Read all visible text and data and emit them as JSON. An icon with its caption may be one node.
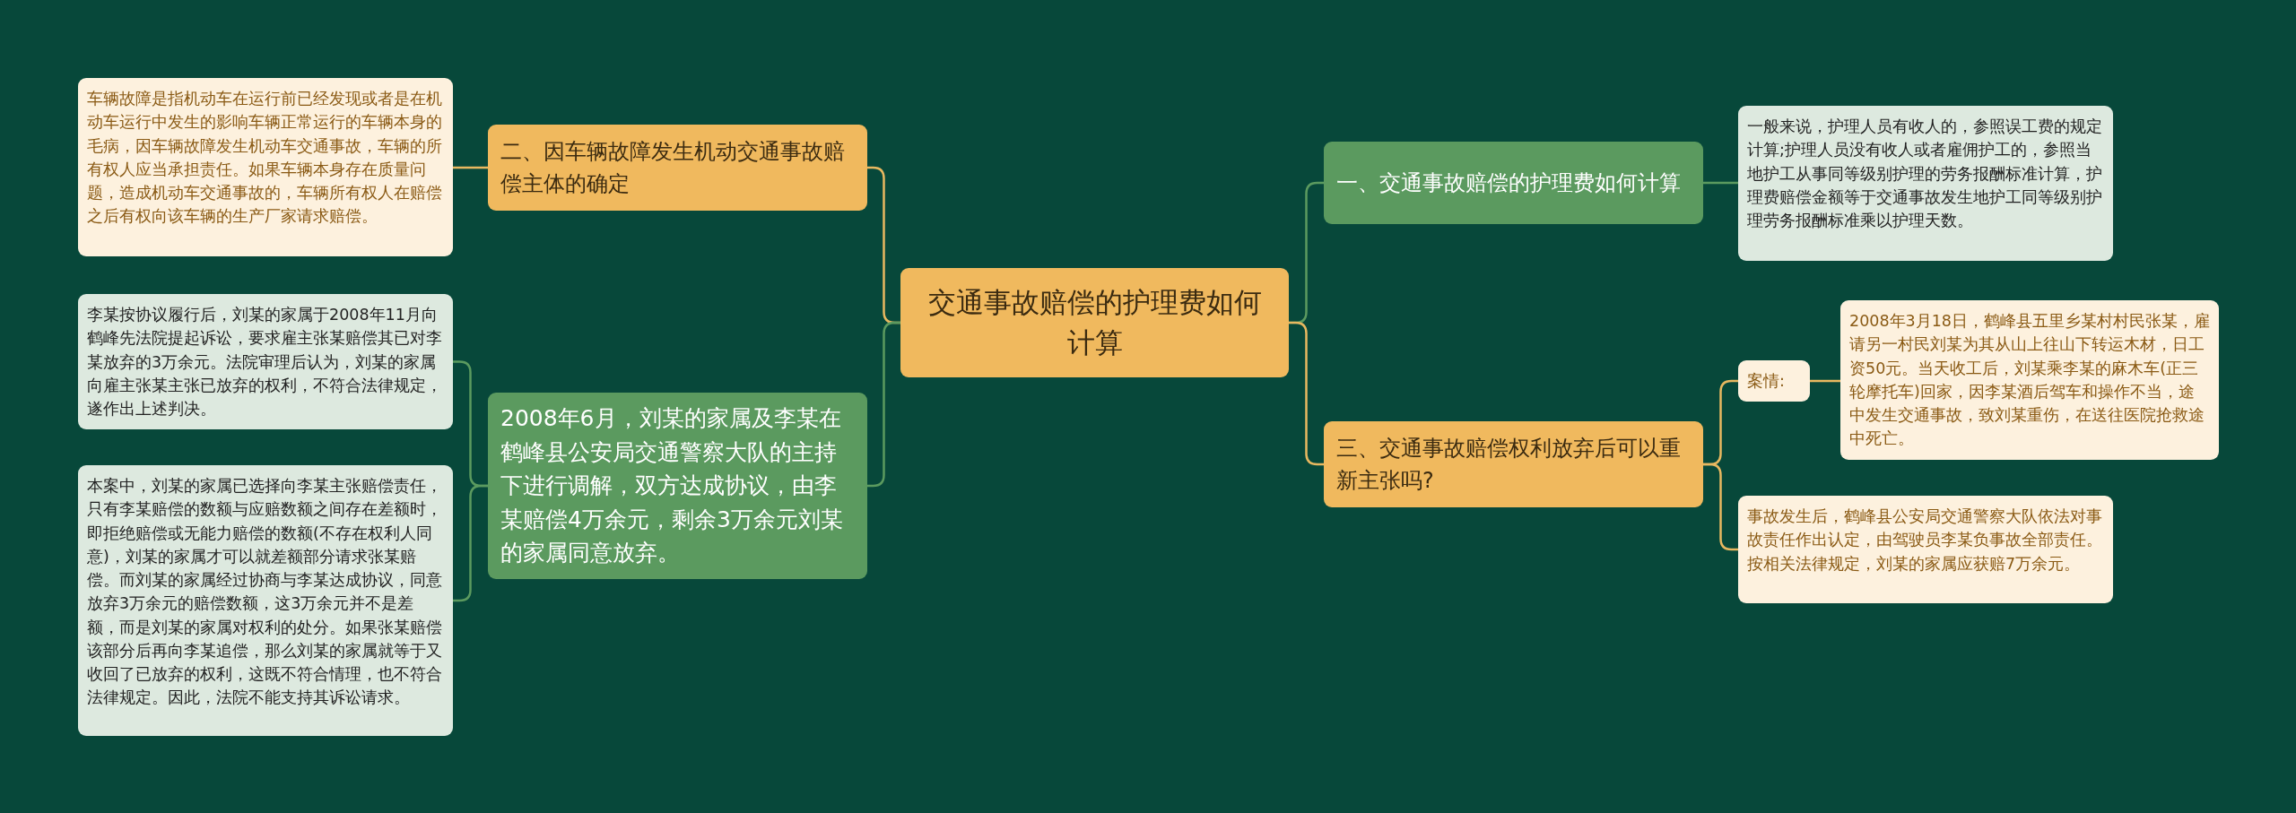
{
  "diagram": {
    "nodes": [
      {
        "text": [
          "交通事故赔偿的护理费如何计算"
        ]
      },
      {
        "text": [
          "一、交通事故赔偿的护理费如何计算"
        ]
      },
      {
        "text": [
          "一般来说，护理人员有收人的，参照误工费的规定计算;护理人员没有收人或者雇佣护工的，参照当地护工从事同等级别护理的劳务报酬标准计算，护理费赔偿金额等于交通事故发生地护工同等级别护理劳务报酬标准乘以护理天数。"
        ]
      },
      {
        "text": [
          "三、交通事故赔偿权利放弃后可以重新主张吗?"
        ]
      },
      {
        "text": [
          "案情:"
        ]
      },
      {
        "text": [
          "2008年3月18日，鹤峰县五里乡某村村民张某，雇请另一村民刘某为其从山上往山下转运木材，日工资50元。当天收工后，刘某乘李某的麻木车(正三轮摩托车)回家，因李某酒后驾车和操作不当，途中发生交通事故，致刘某重伤，在送往医院抢救途中死亡。"
        ]
      },
      {
        "text": [
          "事故发生后，鹤峰县公安局交通警察大队依法对事故责任作出认定，由驾驶员李某负事故全部责任。按相关法律规定，刘某的家属应获赔7万余元。"
        ]
      },
      {
        "text": [
          "二、因车辆故障发生机动交通事故赔偿主体的确定"
        ]
      },
      {
        "text": [
          "车辆故障是指机动车在运行前已经发现或者是在机动车运行中发生的影响车辆正常运行的车辆本身的毛病，因车辆故障发生机动车交通事故，车辆的所有权人应当承担责任。如果车辆本身存在质量问题，造成机动车交通事故的，车辆所有权人在赔偿之后有权向该车辆的生产厂家请求赔偿。"
        ]
      },
      {
        "text": [
          "2008年6月，刘某的家属及李某在鹤峰县公安局交通警察大队的主持下进行调解，双方达成协议，由李某赔偿4万余元，剩余3万余元刘某的家属同意放弃。"
        ]
      },
      {
        "text": [
          "李某按协议履行后，刘某的家属于2008年11月向鹤峰先法院提起诉讼，要求雇主张某赔偿其已对李某放弃的3万余元。法院审理后认为，刘某的家属向雇主张某主张已放弃的权利，不符合法律规定，遂作出上述判决。"
        ]
      },
      {
        "text": [
          "本案中，刘某的家属已选择向李某主张赔偿责任，只有李某赔偿的数额与应赔数额之间存在差额时，即拒绝赔偿或无能力赔偿的数额(不存在权利人同意)，刘某的家属才可以就差额部分请求张某赔偿。而刘某的家属经过协商与李某达成协议，同意放弃3万余元的赔偿数额，这3万余元并不是差额，而是刘某的家属对权利的处分。如果张某赔偿该部分后再向李某追偿，那么刘某的家属就等于又收回了已放弃的权利，这既不符合情理，也不符合法律规定。因此，法院不能支持其诉讼请求。"
        ]
      }
    ],
    "edges": [
      {
        "from": 0,
        "to": 1,
        "arrow": "none",
        "color": "#5b9a5f"
      },
      {
        "from": 1,
        "to": 2,
        "arrow": "none",
        "color": "#5b9a5f"
      },
      {
        "from": 0,
        "to": 3,
        "arrow": "none"
      },
      {
        "from": 3,
        "to": 4,
        "arrow": "none"
      },
      {
        "from": 4,
        "to": 5,
        "arrow": "none"
      },
      {
        "from": 3,
        "to": 6,
        "arrow": "none"
      },
      {
        "from": 0,
        "to": 7,
        "arrow": "none"
      },
      {
        "from": 7,
        "to": 8,
        "arrow": "none"
      },
      {
        "from": 0,
        "to": 9,
        "arrow": "none",
        "color": "#5b9a5f"
      },
      {
        "from": 9,
        "to": 10,
        "arrow": "none",
        "color": "#5b9a5f"
      },
      {
        "from": 9,
        "to": 11,
        "arrow": "none",
        "color": "#5b9a5f"
      }
    ]
  }
}
